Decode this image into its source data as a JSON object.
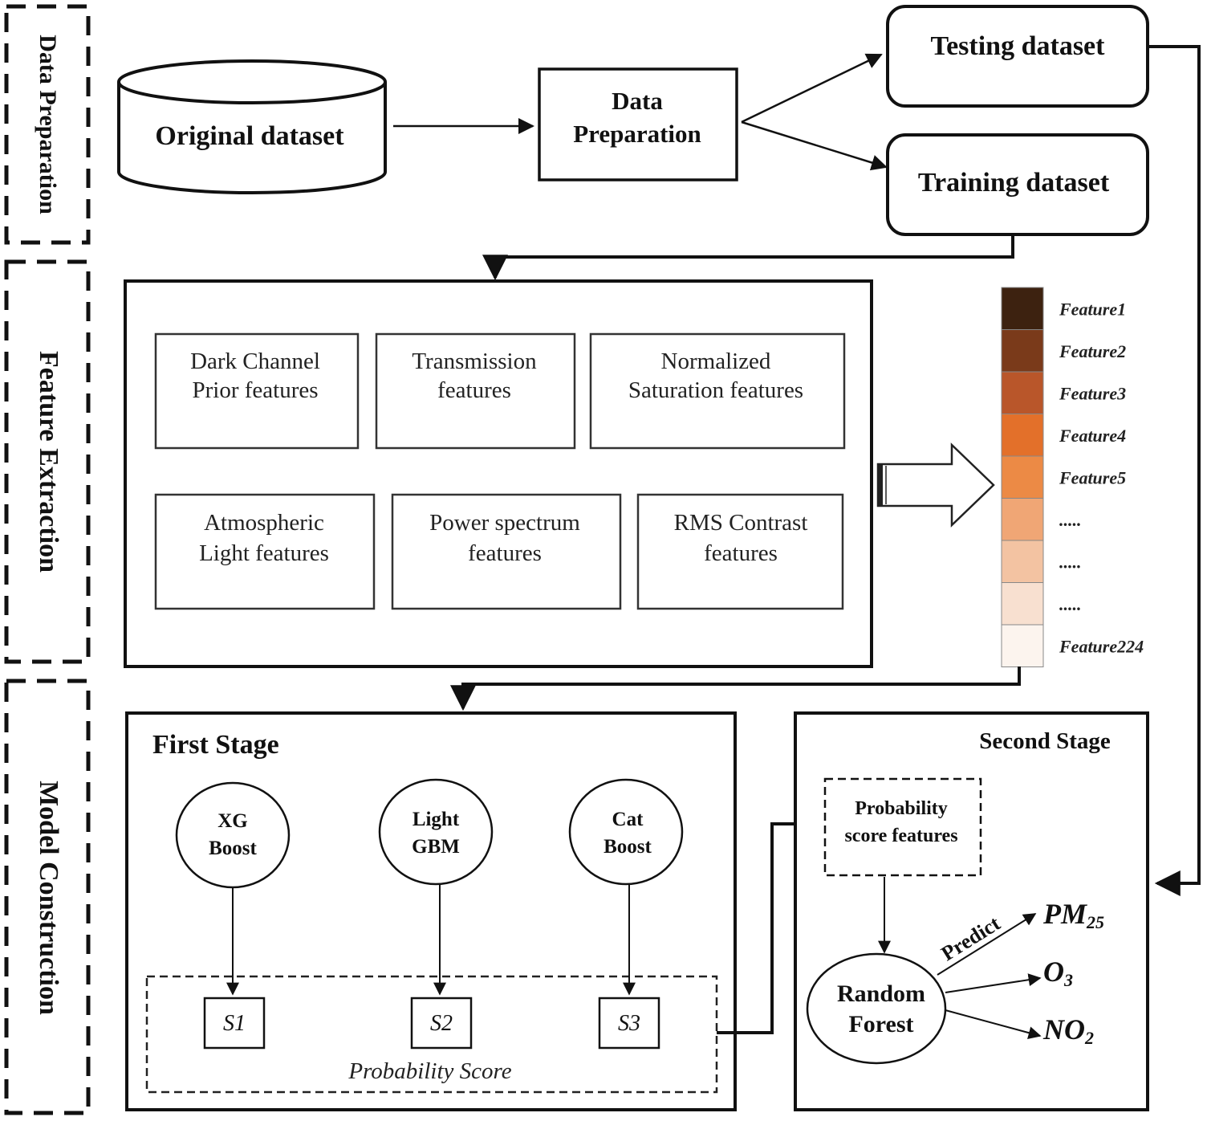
{
  "sections": {
    "data_preparation": "Data Preparation",
    "feature_extraction": "Feature Extraction",
    "model_construction": "Model Construction"
  },
  "nodes": {
    "original_dataset": "Original dataset",
    "data_preparation": [
      "Data",
      "Preparation"
    ],
    "testing_dataset": "Testing dataset",
    "training_dataset": "Training dataset"
  },
  "feature_boxes": [
    [
      "Dark Channel",
      "Prior features"
    ],
    [
      "Transmission",
      "features"
    ],
    [
      "Normalized",
      "Saturation features"
    ],
    [
      "Atmospheric",
      "Light features"
    ],
    [
      "Power spectrum",
      "features"
    ],
    [
      "RMS Contrast",
      "features"
    ]
  ],
  "feature_vector": {
    "labels": [
      "Feature1",
      "Feature2",
      "Feature3",
      "Feature4",
      "Feature5",
      ".....",
      ".....",
      ".....",
      "Feature224"
    ],
    "colors": [
      "#3d2210",
      "#7a3a1a",
      "#b9562a",
      "#e3702a",
      "#ec8a45",
      "#f0a675",
      "#f3c3a2",
      "#f8e0d0",
      "#fcf4ee"
    ]
  },
  "first_stage": {
    "title": "First Stage",
    "models": [
      [
        "XG",
        "Boost"
      ],
      [
        "Light",
        "GBM"
      ],
      [
        "Cat",
        "Boost"
      ]
    ],
    "scores": [
      "S1",
      "S2",
      "S3"
    ],
    "score_label": "Probability Score"
  },
  "second_stage": {
    "title": "Second Stage",
    "features": [
      "Probability",
      "score features"
    ],
    "model": [
      "Random",
      "Forest"
    ],
    "predict_label": "Predict",
    "outputs": [
      {
        "main": "PM",
        "sub": "25"
      },
      {
        "main": "O",
        "sub": "3"
      },
      {
        "main": "NO",
        "sub": "2"
      }
    ]
  }
}
